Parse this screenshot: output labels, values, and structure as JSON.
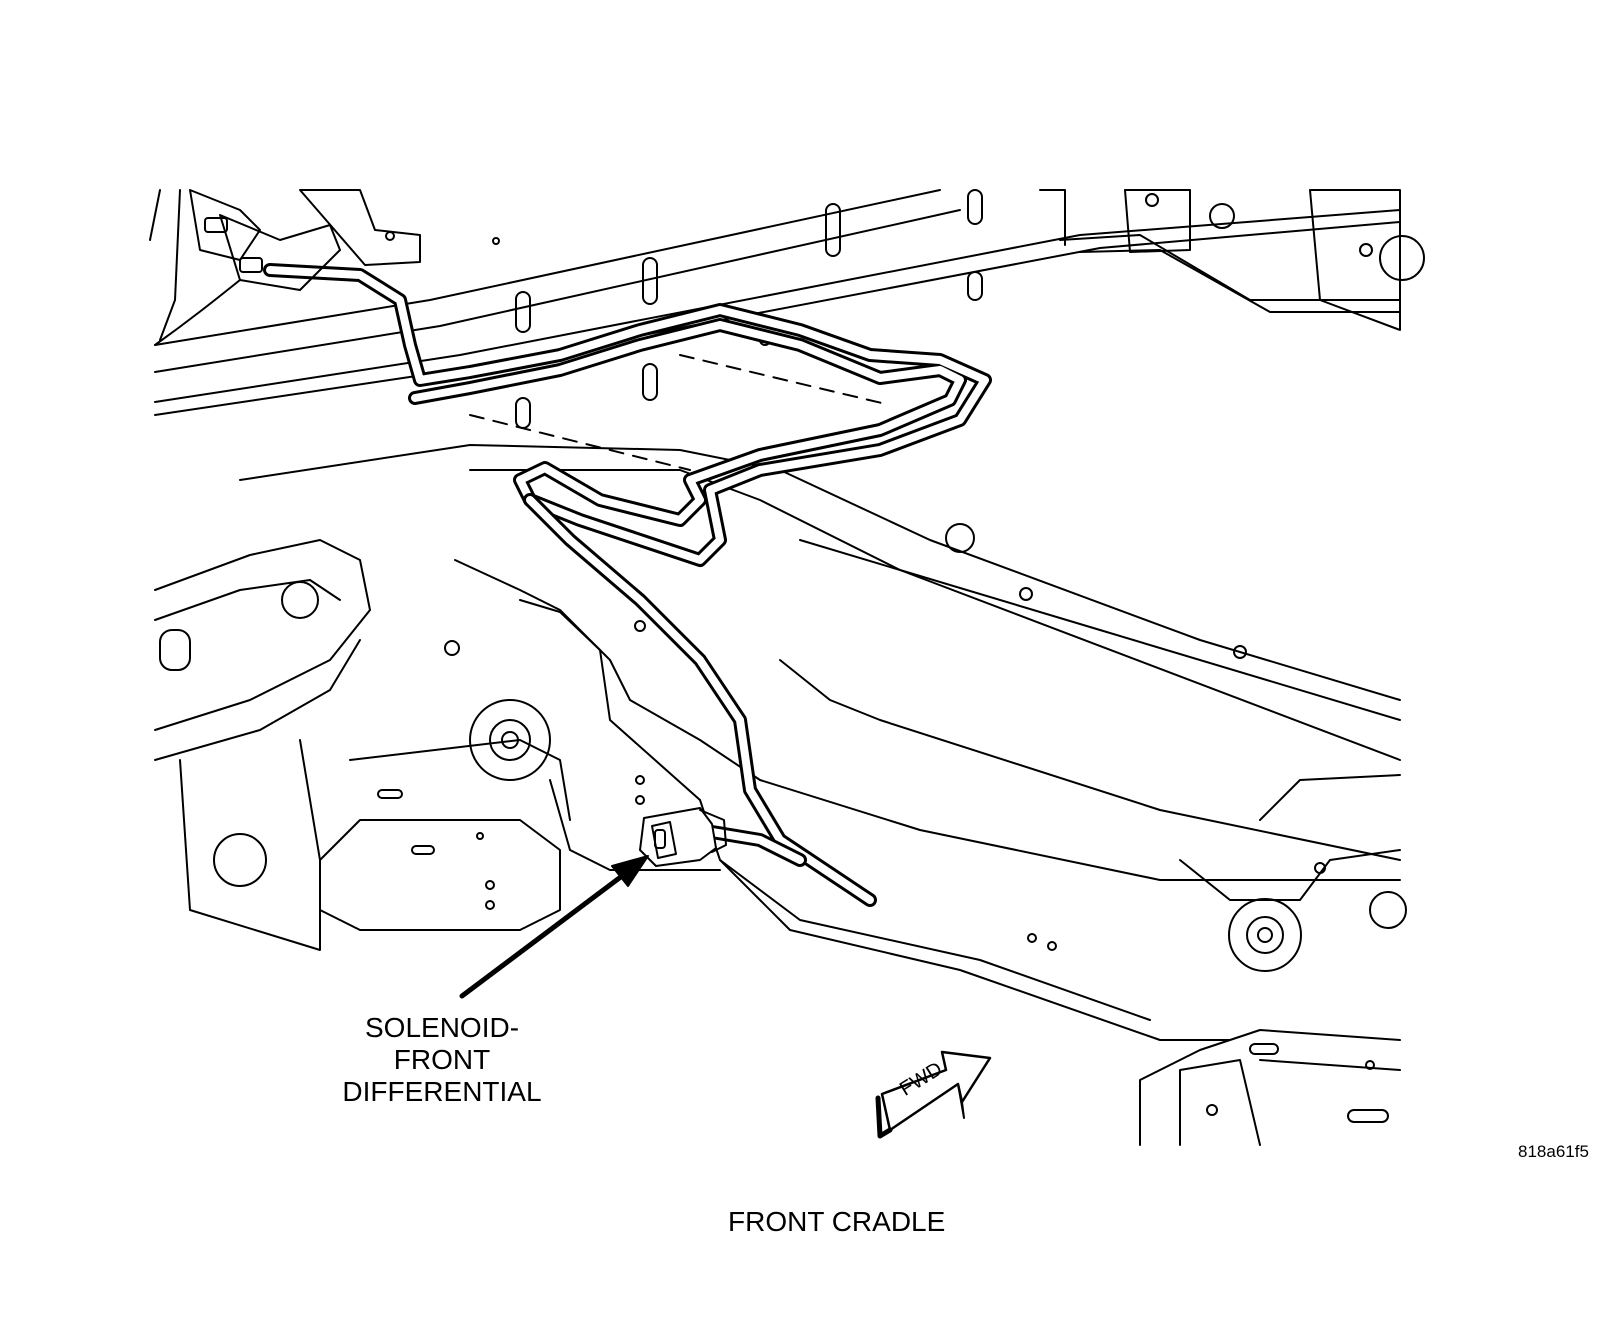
{
  "callout": {
    "line1": "SOLENOID-",
    "line2": "FRONT",
    "line3": "DIFFERENTIAL"
  },
  "fwd_arrow_label": "FWD",
  "figure_code": "818a61f5",
  "caption": "FRONT CRADLE",
  "colors": {
    "ink": "#000000",
    "paper": "#ffffff"
  }
}
